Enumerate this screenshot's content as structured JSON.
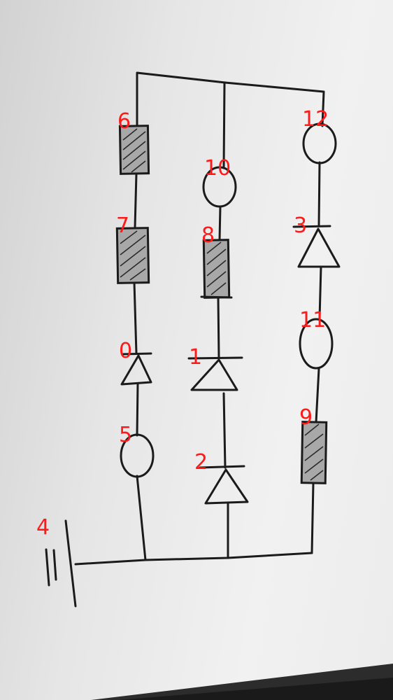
{
  "diagram": {
    "type": "hand-drawn circuit",
    "colors": {
      "ink": "#1b1b1b",
      "label": "#ff1a1a",
      "paper": "#e7e7e7"
    },
    "components": [
      {
        "id": "0",
        "kind": "diode"
      },
      {
        "id": "1",
        "kind": "diode"
      },
      {
        "id": "2",
        "kind": "diode"
      },
      {
        "id": "3",
        "kind": "diode"
      },
      {
        "id": "4",
        "kind": "battery"
      },
      {
        "id": "5",
        "kind": "resistor"
      },
      {
        "id": "6",
        "kind": "resistor"
      },
      {
        "id": "7",
        "kind": "resistor"
      },
      {
        "id": "8",
        "kind": "resistor"
      },
      {
        "id": "9",
        "kind": "lamp"
      },
      {
        "id": "10",
        "kind": "lamp"
      },
      {
        "id": "11",
        "kind": "lamp"
      },
      {
        "id": "12",
        "kind": "lamp"
      }
    ]
  }
}
